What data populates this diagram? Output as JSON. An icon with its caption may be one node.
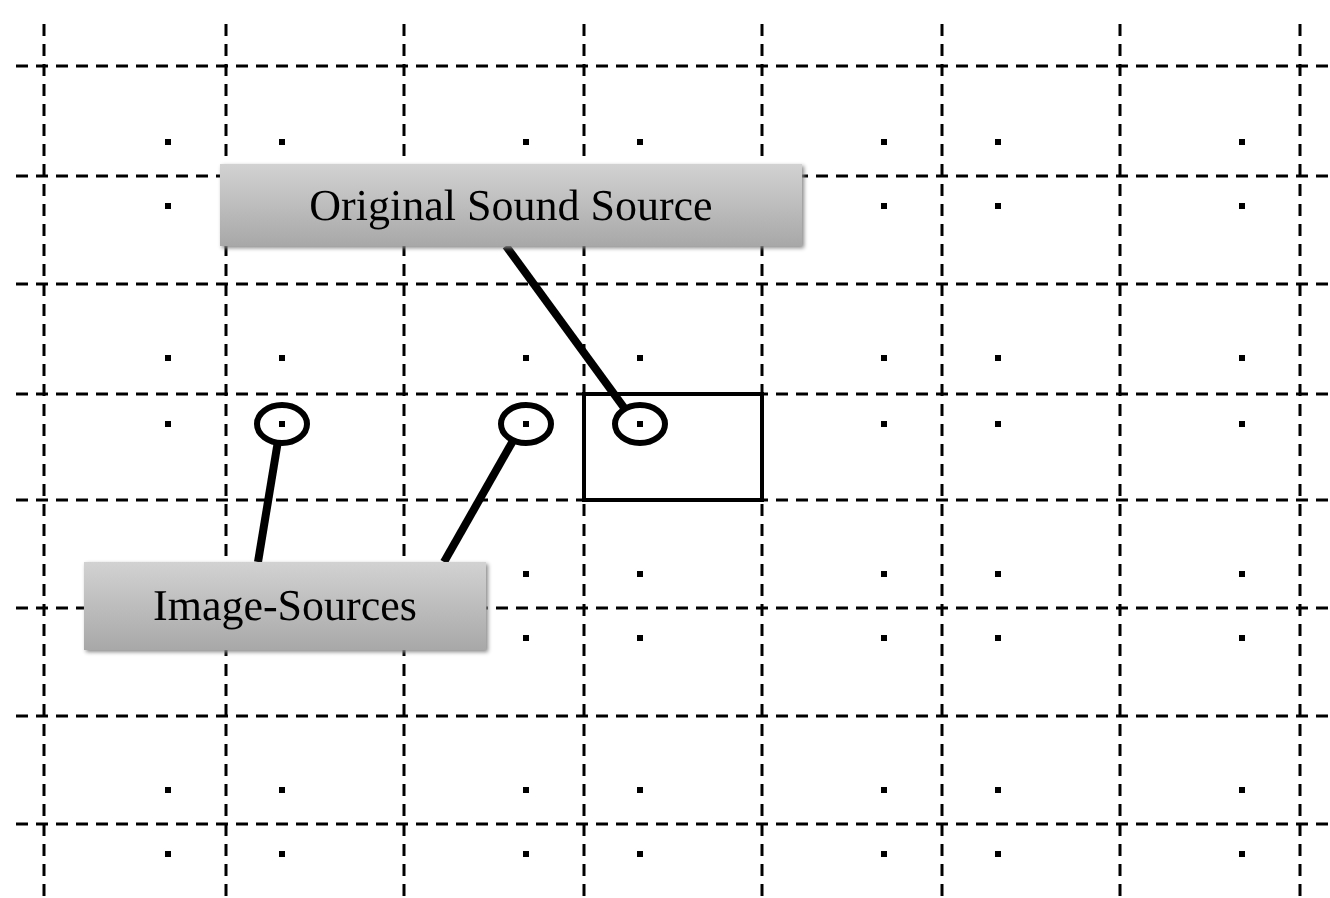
{
  "diagram": {
    "nodes": [
      {
        "text": [
          "Original Sound Source"
        ]
      },
      {
        "text": [
          "Image-Sources"
        ]
      },
      {
        "text": [],
        "shape": "circle"
      },
      {
        "text": [],
        "shape": "circle"
      },
      {
        "text": [],
        "shape": "circle"
      }
    ],
    "edges": [
      {
        "from": 0,
        "to": 4,
        "arrow": "none"
      },
      {
        "from": 1,
        "to": 2,
        "arrow": "none"
      },
      {
        "from": 1,
        "to": 3,
        "arrow": "none"
      }
    ]
  }
}
